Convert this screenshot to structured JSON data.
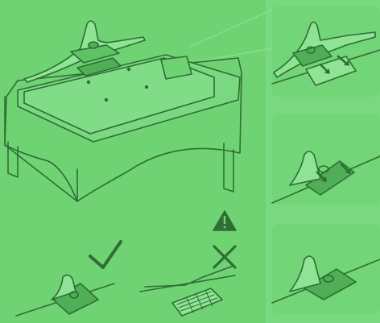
{
  "colors": {
    "background": "#6fd374",
    "panel": "#7ad880",
    "line": "#2e6e34",
    "fill_light": "#8ee394",
    "fill_dark": "#4fae56",
    "good": "#2e6e34",
    "bad": "#2e6e34"
  },
  "icons": {
    "warning": "warning-triangle-icon",
    "correct": "check-mark-icon",
    "incorrect": "cross-mark-icon",
    "arrow": "arrow-icon"
  },
  "steps": [
    {
      "id": "step-1-stand-on-tv-back",
      "arrows": 0
    },
    {
      "id": "step-2-slide-stand-into-place",
      "arrows": 2
    },
    {
      "id": "step-3-push-stand",
      "arrows": 2
    },
    {
      "id": "step-4-stand-attached",
      "arrows": 0
    }
  ],
  "examples": [
    {
      "id": "correct-stand-placement",
      "verdict": "correct"
    },
    {
      "id": "incorrect-stand-placement",
      "verdict": "incorrect"
    }
  ]
}
